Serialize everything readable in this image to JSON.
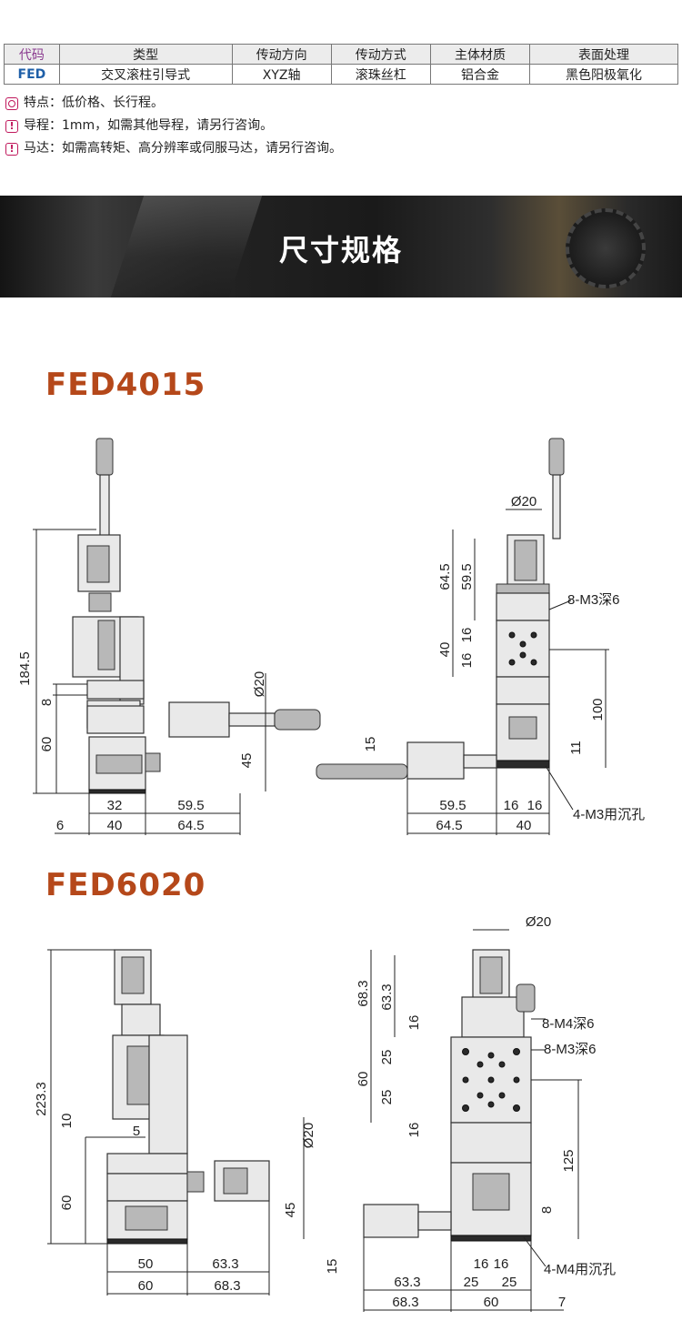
{
  "table": {
    "headers": [
      "代码",
      "类型",
      "传动方向",
      "传动方式",
      "主体材质",
      "表面处理"
    ],
    "row": [
      "FED",
      "交叉滚柱引导式",
      "XYZ轴",
      "滚珠丝杠",
      "铝合金",
      "黑色阳极氧化"
    ]
  },
  "notes": [
    {
      "icon": "circle-icon",
      "text": "特点：低价格、长行程。"
    },
    {
      "icon": "exclamation-icon",
      "text": "导程：1mm，如需其他导程，请另行咨询。"
    },
    {
      "icon": "exclamation-icon",
      "text": "马达：如需高转矩、高分辨率或伺服马达，请另行咨询。"
    }
  ],
  "banner": {
    "title": "尺寸规格"
  },
  "models": [
    {
      "name": "FED4015",
      "side": {
        "height": "184.5",
        "offset": "8",
        "base_height": "60",
        "motor_dia": "Ø20",
        "motor_height": "45",
        "w1": "32",
        "w2": "59.5",
        "w3": "6",
        "w4": "40",
        "w5": "64.5"
      },
      "front": {
        "motor_dia": "Ø20",
        "h1": "64.5",
        "h2": "59.5",
        "table_h": "40",
        "hole1": "16",
        "hole2": "16",
        "tap_label": "8-M3深6",
        "stroke_h": "100",
        "small_h": "11",
        "left_h": "15",
        "w1": "59.5",
        "w2": "16",
        "w3": "16",
        "w4": "64.5",
        "w5": "40",
        "counterbore_label": "4-M3用沉孔"
      }
    },
    {
      "name": "FED6020",
      "side": {
        "height": "223.3",
        "offset": "10",
        "offset2": "5",
        "base_height": "60",
        "motor_dia": "Ø20",
        "motor_height": "45",
        "w1": "50",
        "w2": "63.3",
        "w4": "60",
        "w5": "68.3"
      },
      "front": {
        "motor_dia": "Ø20",
        "h1": "68.3",
        "h2": "63.3",
        "hole_top": "16",
        "hole1": "25",
        "hole2": "25",
        "hole_bottom": "16",
        "table_h": "60",
        "tap_label1": "8-M4深6",
        "tap_label2": "8-M3深6",
        "stroke_h": "125",
        "small_h": "8",
        "left_h": "15",
        "w1": "63.3",
        "w2": "16",
        "w3": "16",
        "w4": "68.3",
        "w5": "25",
        "w6": "25",
        "w7": "60",
        "w8": "7",
        "counterbore_label": "4-M4用沉孔"
      }
    }
  ]
}
